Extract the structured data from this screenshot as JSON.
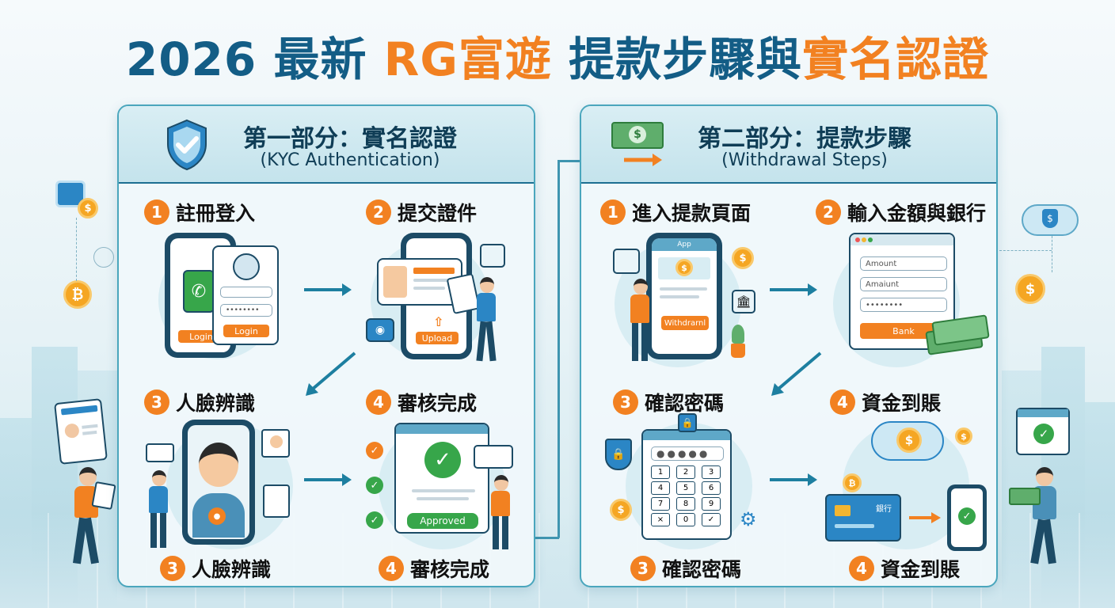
{
  "title": {
    "part1": "2026 最新 ",
    "part2": "RG富遊",
    "part3": " 提款步驟與",
    "part4": "實名認證"
  },
  "colors": {
    "primary": "#135d86",
    "accent": "#f28121",
    "success": "#37a64a"
  },
  "kyc": {
    "title": "第一部分：實名認證",
    "subtitle": "(KYC Authentication)",
    "steps": [
      {
        "num": "1",
        "label": "註冊登入"
      },
      {
        "num": "2",
        "label": "提交證件"
      },
      {
        "num": "3",
        "label": "人臉辨識"
      },
      {
        "num": "4",
        "label": "審核完成"
      }
    ],
    "bottom_labels": [
      {
        "num": "3",
        "label": "人臉辨識"
      },
      {
        "num": "4",
        "label": "審核完成"
      }
    ],
    "login_btn": "Login",
    "login_btn2": "Login",
    "password_mask": "••••••••",
    "upload_btn": "Upload",
    "approved_btn": "Approved"
  },
  "withdraw": {
    "title": "第二部分：提款步驟",
    "subtitle": "(Withdrawal Steps)",
    "steps": [
      {
        "num": "1",
        "label": "進入提款頁面"
      },
      {
        "num": "2",
        "label": "輸入金額與銀行"
      },
      {
        "num": "3",
        "label": "確認密碼"
      },
      {
        "num": "4",
        "label": "資金到賬"
      }
    ],
    "bottom_labels": [
      {
        "num": "3",
        "label": "確認密碼"
      },
      {
        "num": "4",
        "label": "資金到賬"
      }
    ],
    "app_label": "App",
    "withdraw_btn": "Withdrarnl",
    "amount_field": "Amount",
    "amount_field2": "Amaiunt",
    "select_field": "••••••••",
    "bank_btn": "Bank",
    "bank_card_label": "銀行",
    "keypad": [
      "1",
      "2",
      "3",
      "4",
      "5",
      "6",
      "7",
      "8",
      "9",
      "×",
      "0",
      "✓"
    ]
  },
  "icons": [
    "shield-check-icon",
    "money-transfer-icon",
    "coin-icon",
    "bitcoin-icon",
    "cloud-shield-icon",
    "lock-icon",
    "gear-icon",
    "camera-icon",
    "bank-icon"
  ]
}
